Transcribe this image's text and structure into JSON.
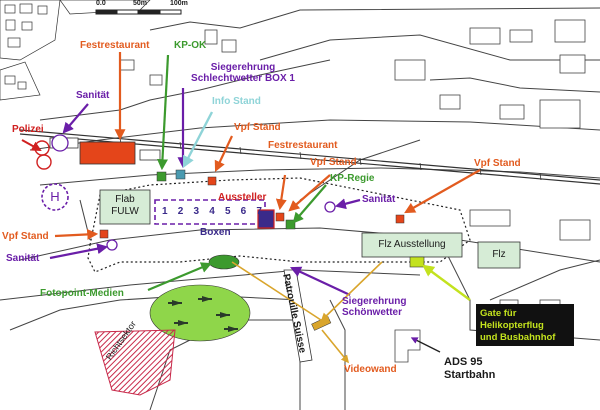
{
  "scale": {
    "t0": "0.0",
    "t1": "50m",
    "t2": "100m"
  },
  "labels": {
    "festrestaurant_top": "Festrestaurant",
    "kp_ok": "KP-OK",
    "siegerehrung_box1_l1": "Siegerehrung",
    "siegerehrung_box1_l2": "Schlechtwetter BOX 1",
    "info_stand": "Info Stand",
    "sanitaet_top": "Sanität",
    "polizei": "Polizei",
    "vpf_stand_center": "Vpf Stand",
    "festrestaurant_mid": "Festrestaurant",
    "vpf_stand_mid": "Vpf Stand",
    "vpf_stand_right": "Vpf Stand",
    "kp_regie": "KP-Regie",
    "sanitaet_right": "Sanität",
    "aussteller": "Aussteller",
    "flab_l1": "Flab",
    "flab_l2": "FULW",
    "boxen": "Boxen",
    "box_numbers": [
      "1",
      "2",
      "3",
      "4",
      "5",
      "6",
      "7"
    ],
    "vpf_stand_left": "Vpf Stand",
    "sanitaet_left": "Sanität",
    "flz_ausstellung": "Flz Ausstellung",
    "flz": "Flz",
    "fotopoint": "Fotopoint-Medien",
    "patrouille": "Patrouille Suisse",
    "siegerehrung_schoen_l1": "Siegerehrung",
    "siegerehrung_schoen_l2": "Schönwetter",
    "gate_l1": "Gate für",
    "gate_l2": "Helikopterflug",
    "gate_l3": "und Busbahnhof",
    "richtsektor": "Richtsektor",
    "videowand": "Videowand",
    "ads_l1": "ADS 95",
    "ads_l2": "Startbahn",
    "heli": "H"
  },
  "colors": {
    "orange": "#e25b1f",
    "purple": "#6a1ea8",
    "green": "#3c9a2e",
    "cyan": "#8fd4d8",
    "red": "#d02020",
    "yellow_green": "#c3e21e",
    "gold": "#d9a52c",
    "facility_fill": "#d6ecd6",
    "restaurant_fill": "#e4451a"
  }
}
